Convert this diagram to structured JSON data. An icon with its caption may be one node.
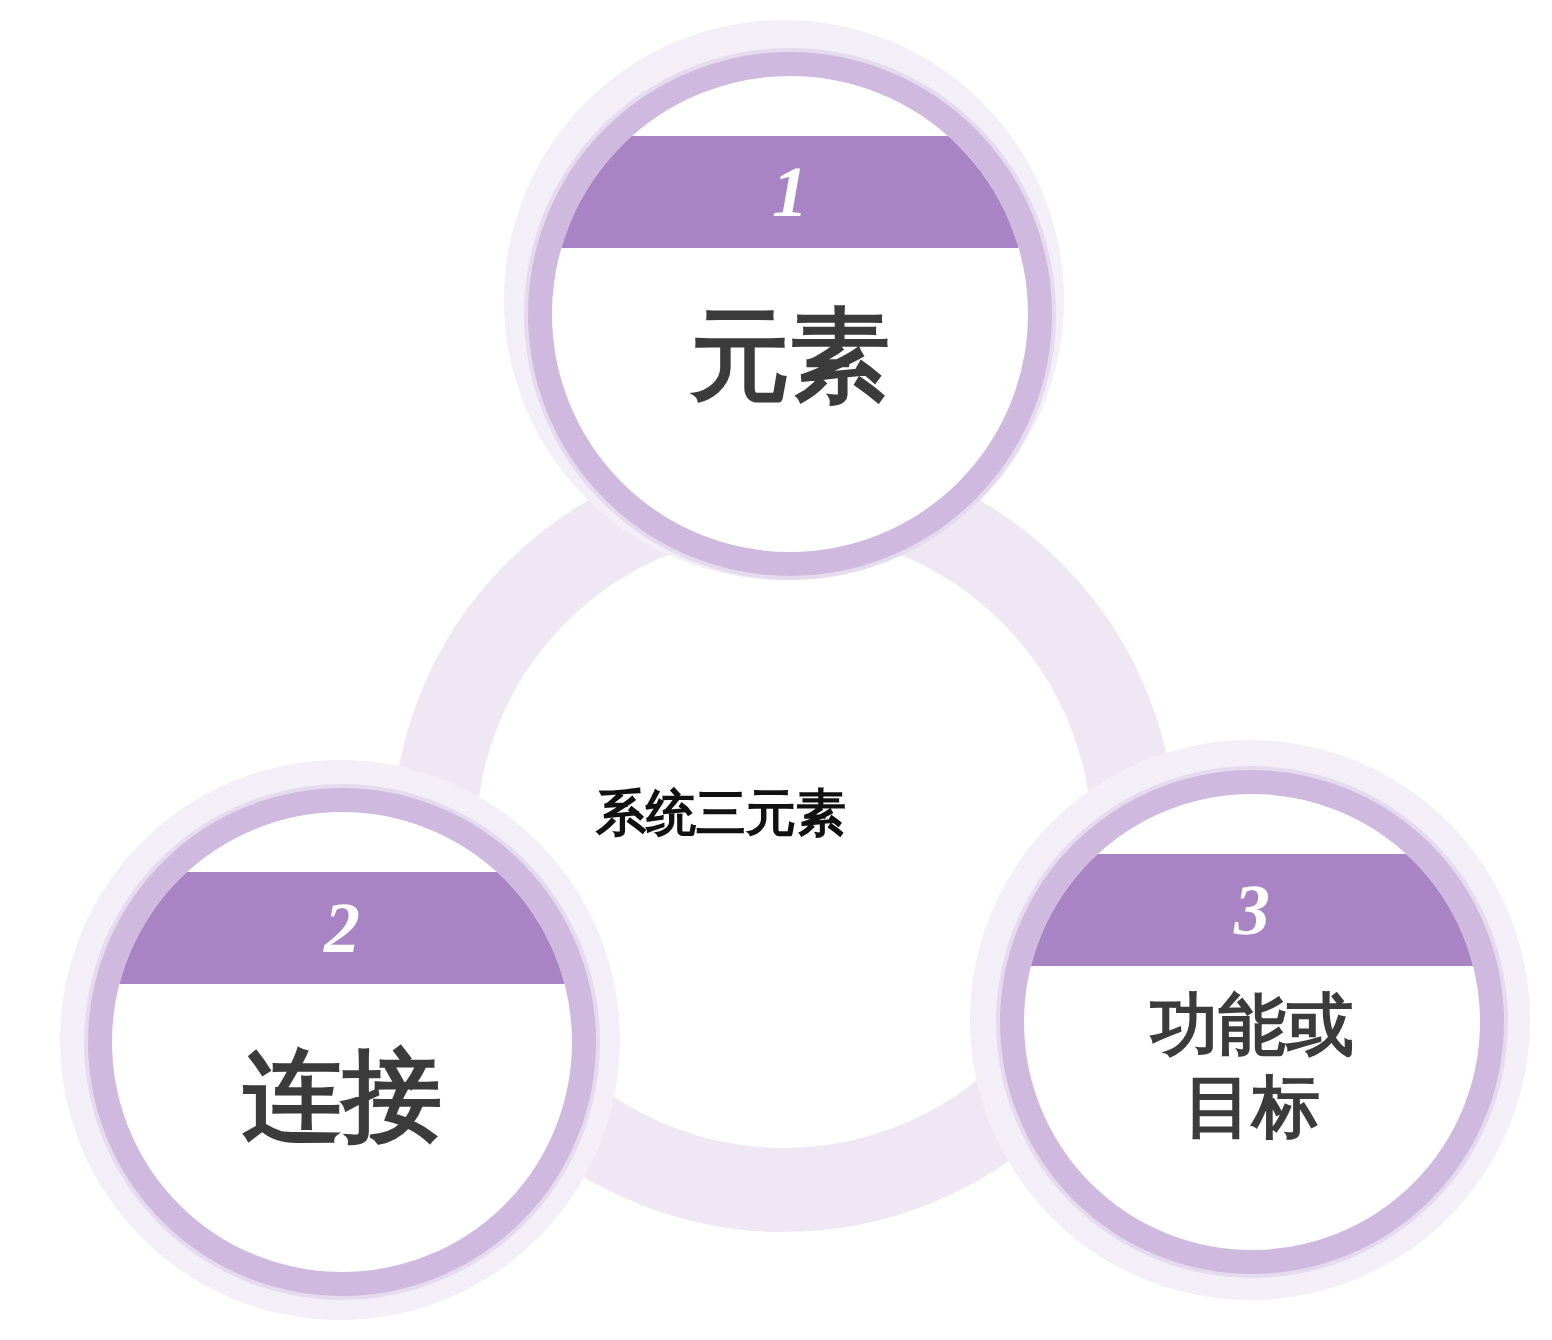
{
  "diagram": {
    "nodes": [
      {
        "text": [
          "1",
          "元素"
        ]
      },
      {
        "text": [
          "2",
          "连接"
        ]
      },
      {
        "text": [
          "3",
          "功能或目标"
        ]
      }
    ],
    "labels": [
      "系统三元素"
    ]
  }
}
